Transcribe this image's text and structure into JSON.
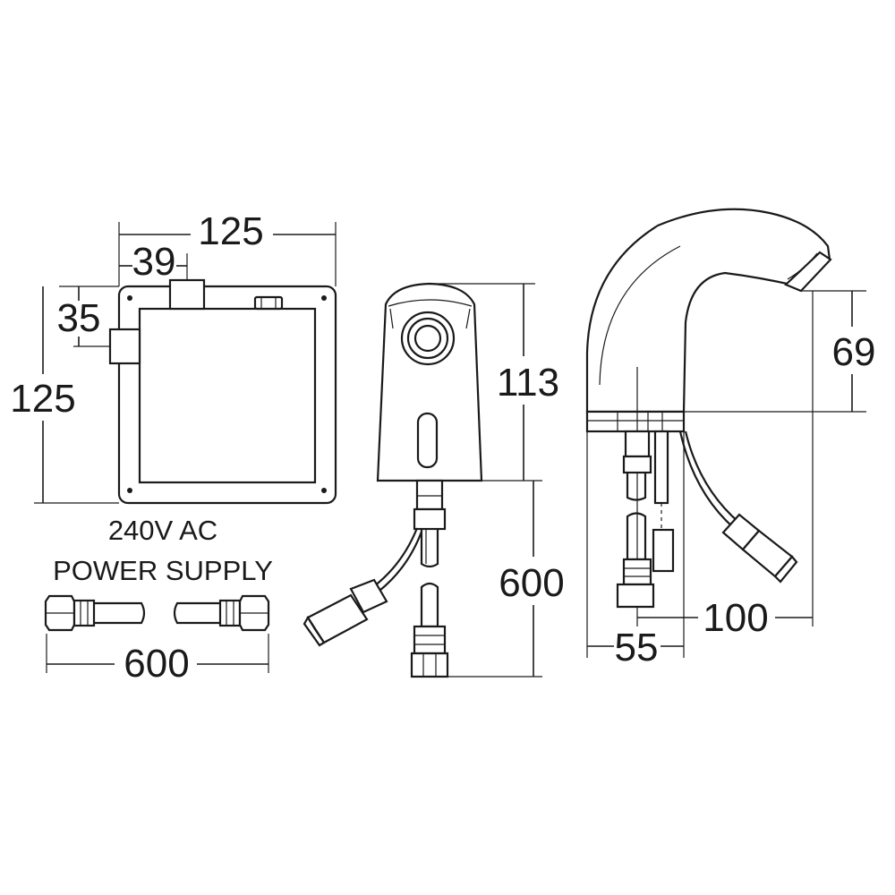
{
  "control_box": {
    "width": "125",
    "height": "125",
    "inlet_offset": "39",
    "outlet_offset": "35"
  },
  "power_supply_note": {
    "line1": "240V AC",
    "line2": "POWER SUPPLY"
  },
  "hose": {
    "length": "600"
  },
  "tap_front": {
    "height": "113",
    "hose_length": "600"
  },
  "tap_side": {
    "spout_height": "69",
    "reach": "100",
    "base_depth": "55"
  }
}
